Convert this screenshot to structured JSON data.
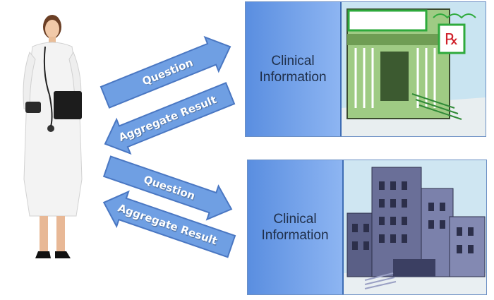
{
  "arrows": {
    "top_question": "Question",
    "top_result": "Aggregate Result",
    "bottom_question": "Question",
    "bottom_result": "Aggregate Result"
  },
  "panels": {
    "top": {
      "line1": "Clinical",
      "line2": "Information",
      "image": "pharmacy-storefront-clipart"
    },
    "bottom": {
      "line1": "Clinical",
      "line2": "Information",
      "image": "hospital-building-clipart"
    }
  },
  "figure": {
    "image": "doctor-with-stethoscope-photo"
  },
  "colors": {
    "arrow_fill": "#6f9fe3",
    "arrow_stroke": "#4a77c2",
    "panel_blue": "#7aa6ec"
  }
}
